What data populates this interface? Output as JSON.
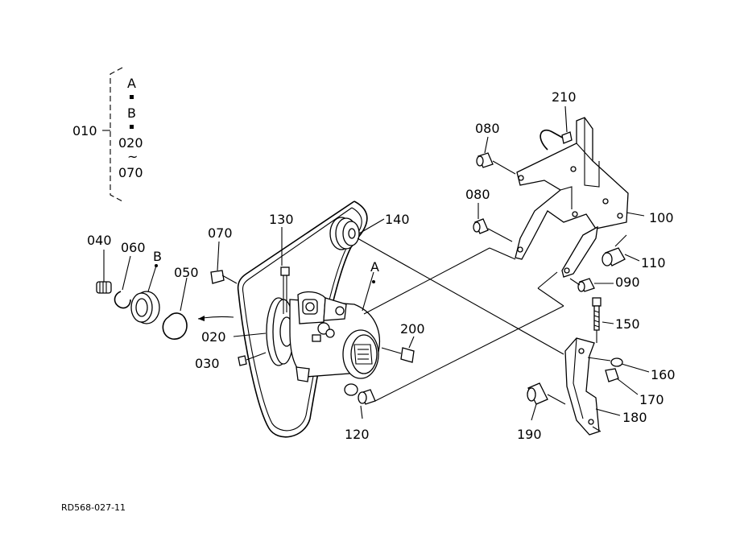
{
  "drawing_code": "RD568-027-11",
  "group": {
    "label": "010",
    "contents": [
      "A",
      "B",
      "020",
      "~",
      "070"
    ]
  },
  "callouts": {
    "c020": "020",
    "c030": "030",
    "c040": "040",
    "c050": "050",
    "c060": "060",
    "c070": "070",
    "c080a": "080",
    "c080b": "080",
    "c090": "090",
    "c100": "100",
    "c110": "110",
    "c120": "120",
    "c130": "130",
    "c140": "140",
    "c150": "150",
    "c160": "160",
    "c170": "170",
    "c180": "180",
    "c190": "190",
    "c200": "200",
    "c210": "210",
    "refA": "A",
    "refB": "B"
  }
}
